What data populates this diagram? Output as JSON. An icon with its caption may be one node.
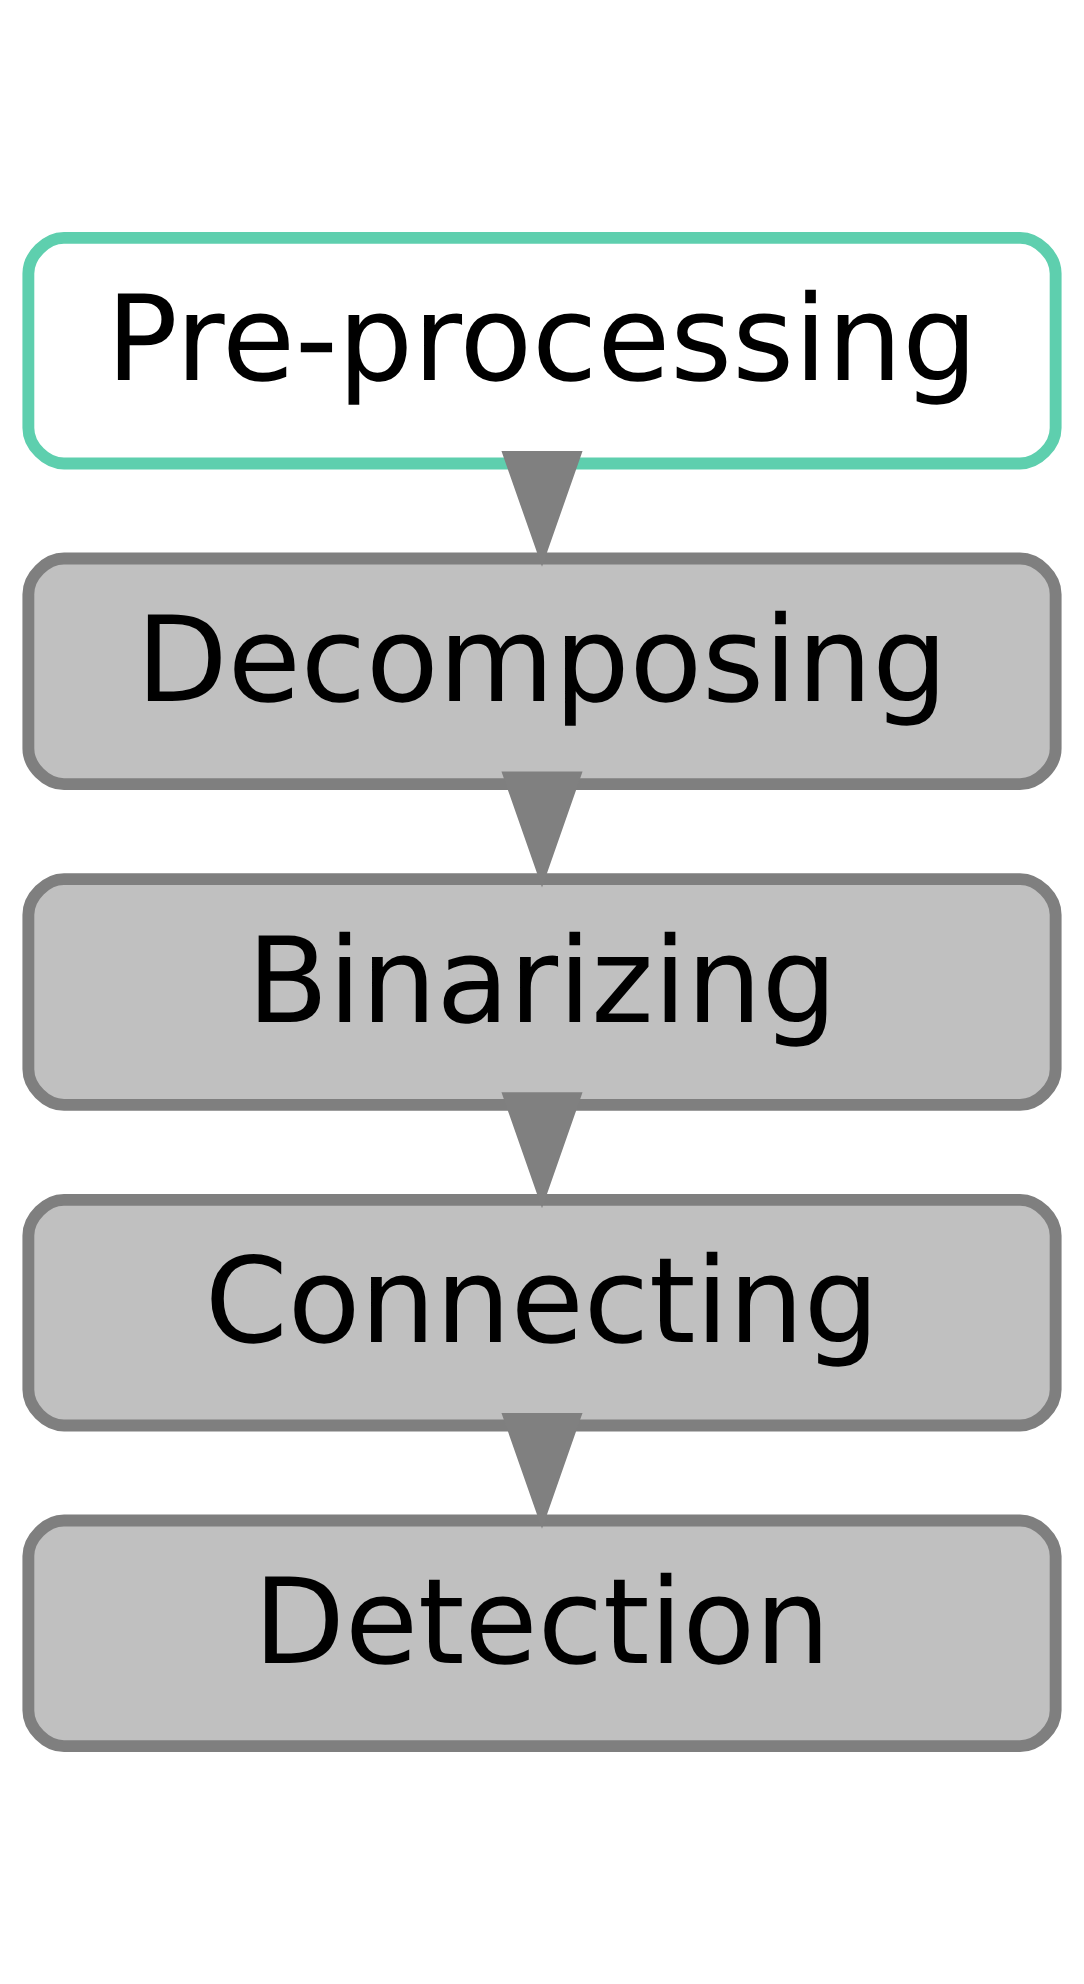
{
  "diagram": {
    "nodes": [
      {
        "text": [
          "Pre-processing"
        ]
      },
      {
        "text": [
          "Decomposing"
        ]
      },
      {
        "text": [
          "Binarizing"
        ]
      },
      {
        "text": [
          "Connecting"
        ]
      },
      {
        "text": [
          "Detection"
        ]
      }
    ],
    "edges": [
      {
        "from": 0,
        "to": 1,
        "arrow": "to"
      },
      {
        "from": 1,
        "to": 2,
        "arrow": "to"
      },
      {
        "from": 2,
        "to": 3,
        "arrow": "to"
      },
      {
        "from": 3,
        "to": 4,
        "arrow": "to"
      }
    ]
  }
}
